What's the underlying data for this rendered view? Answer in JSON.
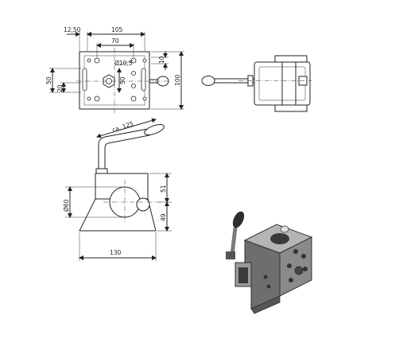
{
  "dimensions": {
    "top_left_offset": "12,50",
    "top_width": "105",
    "top_hole_spacing": "70",
    "hole_diameter": "Ø10,5",
    "top_right_small": "10",
    "left_height": "50",
    "left_small": "20",
    "inner_height": "50",
    "overall_height": "100",
    "handle_length": "ca. 125",
    "clamp_diameter": "Ø60",
    "upper_height": "51",
    "lower_height": "49",
    "base_width": "130"
  },
  "colors": {
    "line": "#222222",
    "render_body": "#8a8a8a",
    "render_dark": "#3a3a3a",
    "render_light": "#b5b5b5"
  }
}
